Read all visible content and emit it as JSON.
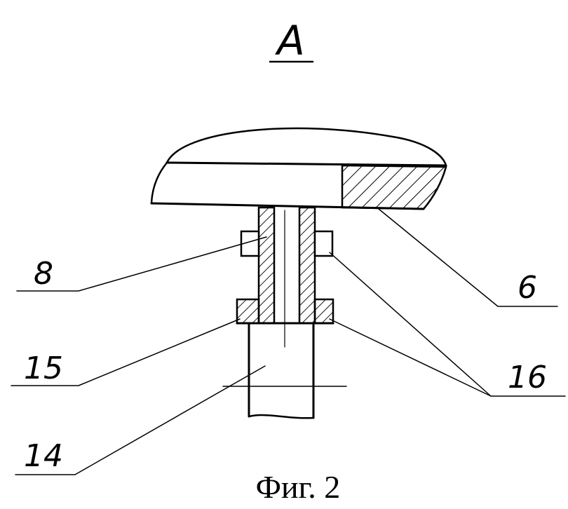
{
  "view_label": "A",
  "caption": "Фиг. 2",
  "callouts": {
    "c8": "8",
    "c6": "6",
    "c15": "15",
    "c16": "16",
    "c14": "14"
  },
  "colors": {
    "ink": "#000000",
    "paper": "#ffffff"
  }
}
